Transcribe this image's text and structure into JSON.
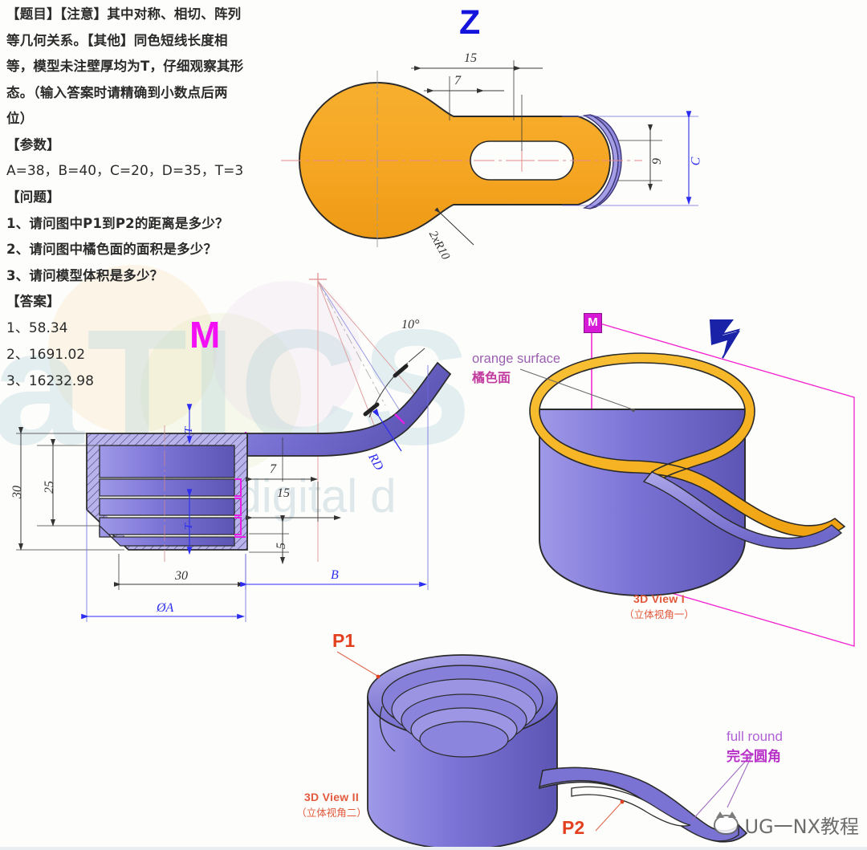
{
  "problem": {
    "lines": [
      "【题目】【注意】其中对称、相切、阵列",
      "等几何关系。【其他】同色短线长度相",
      "等，模型未注壁厚均为T，仔细观察其形",
      "态。（输入答案时请精确到小数点后两",
      "位）"
    ],
    "params_heading": "【参数】",
    "params_values": "A=38，B=40，C=20，D=35，T=3",
    "questions_heading": "【问题】",
    "questions": [
      "1、请问图中P1到P2的距离是多少？",
      "2、请问图中橘色面的面积是多少？",
      "3、请问模型体积是多少？"
    ],
    "answers_heading": "【答案】",
    "answers": [
      "1、58.34",
      "2、1691.02",
      "3、16232.98"
    ]
  },
  "top_view": {
    "view_symbol": "Z",
    "dim_15": "15",
    "dim_7": "7",
    "dim_9": "9",
    "dim_C": "C",
    "note_radius": "2xR10"
  },
  "section_view": {
    "view_symbol": "M",
    "dim_30_outer": "30",
    "dim_25": "25",
    "dim_T_top": "T",
    "dim_T_bottom": "T",
    "dim_30_bottom": "30",
    "dim_phiA": "ØA",
    "dim_7": "7",
    "dim_15": "15",
    "dim_5": "5",
    "dim_B": "B",
    "dim_RD": "RD",
    "dim_angle": "10°"
  },
  "view3d_1": {
    "title_en": "3D View I",
    "title_cn": "（立体视角一）",
    "callout_en": "orange surface",
    "callout_cn": "橘色面",
    "symbol_m": "M",
    "symbol_z": "Z"
  },
  "view3d_2": {
    "title_en": "3D View II",
    "title_cn": "（立体视角二）",
    "point_1": "P1",
    "point_2": "P2",
    "callout_en": "full round",
    "callout_cn": "完全圆角"
  },
  "watermark": {
    "big": "aTICS",
    "sub": "CAD digital d",
    "bottom_right": "UG一NX教程"
  },
  "colors": {
    "orange": "#F5A623",
    "orange_dark": "#E0921A",
    "purple": "#7B74D6",
    "purple_dark": "#5B54B0",
    "purple_light": "#A9A4E8",
    "blue_dim": "#2d2df0",
    "magenta": "#f410f4",
    "red_label": "#e2401f",
    "section_hatch": "#9a92e0"
  }
}
